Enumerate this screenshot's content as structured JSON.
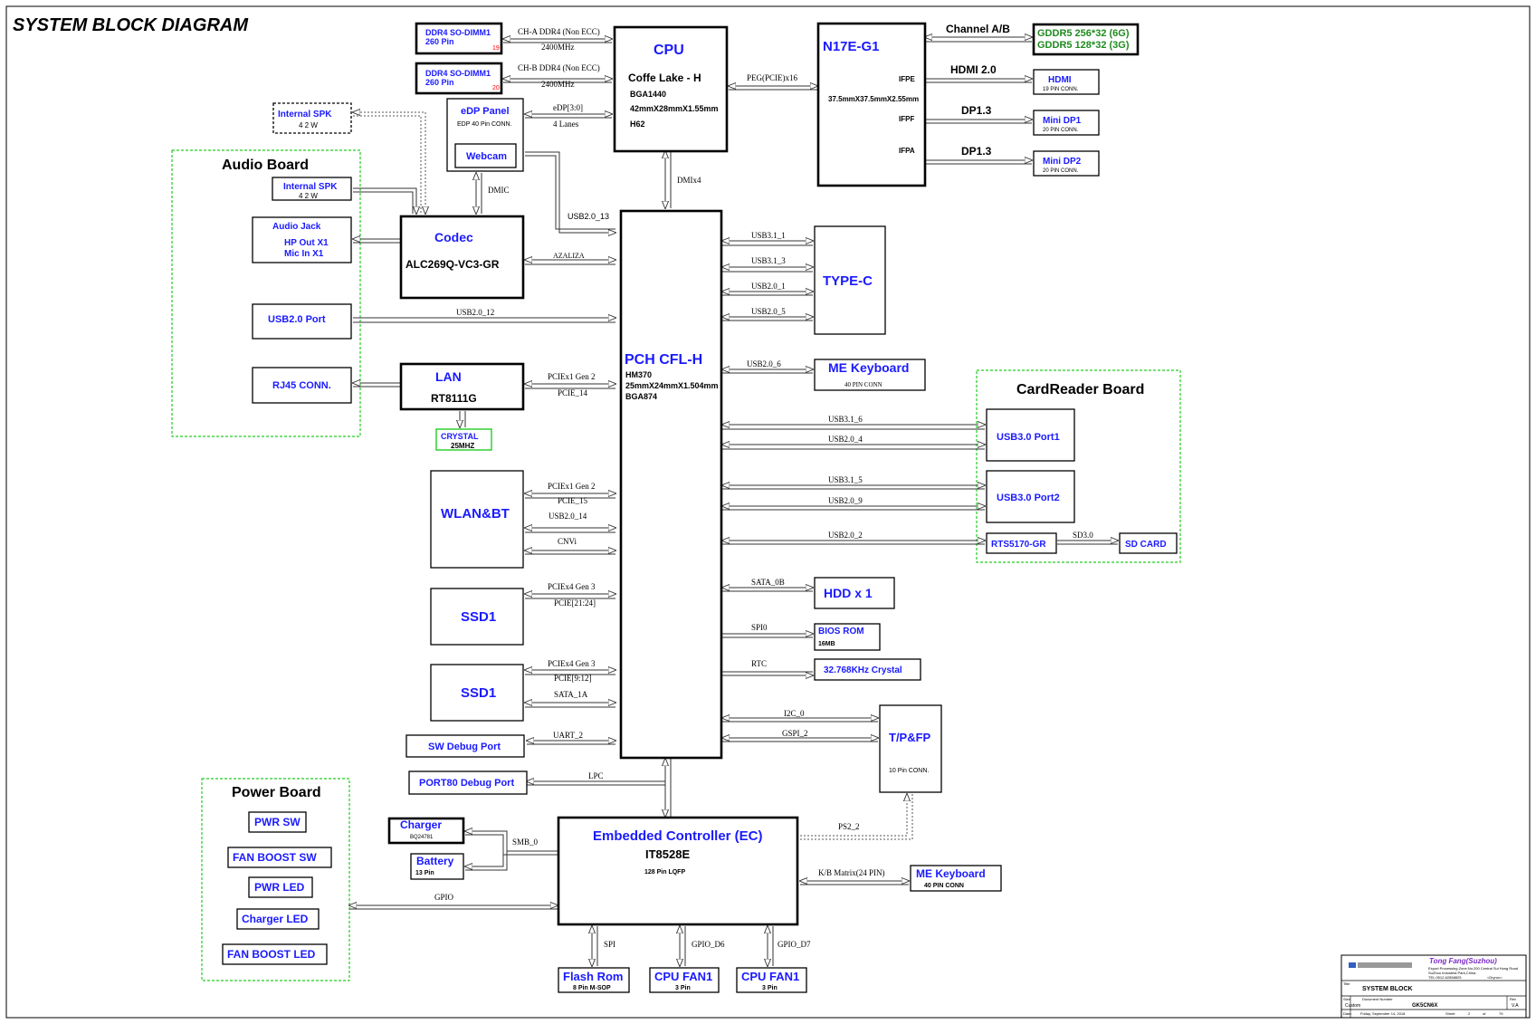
{
  "title": "SYSTEM BLOCK DIAGRAM",
  "groups": {
    "audio": "Audio Board",
    "cardreader": "CardReader Board",
    "power": "Power Board"
  },
  "blocks": {
    "dimm1": {
      "l1": "DDR4 SO-DIMM1",
      "l2": "260 Pin",
      "num": "19"
    },
    "dimm2": {
      "l1": "DDR4 SO-DIMM1",
      "l2": "260 Pin",
      "num": "20"
    },
    "cpu": {
      "name": "CPU",
      "l1": "Coffe Lake - H",
      "l2": "BGA1440",
      "l3": "42mmX28mmX1.55mm",
      "l4": "H62"
    },
    "gpu": {
      "name": "N17E-G1",
      "dim": "37.5mmX37.5mmX2.55mm",
      "ifpe": "IFPE",
      "ifpf": "IFPF",
      "ifpa": "IFPA"
    },
    "gddr": {
      "l1": "GDDR5 256*32 (6G)",
      "l2": "GDDR5 128*32 (3G)"
    },
    "hdmi": {
      "name": "HDMI",
      "sub": "19 PIN CONN."
    },
    "minidp1": {
      "name": "Mini DP1",
      "sub": "20 PIN CONN."
    },
    "minidp2": {
      "name": "Mini DP2",
      "sub": "20 PIN CONN."
    },
    "edp": {
      "name": "eDP Panel",
      "sub": "EDP 40 Pin CONN."
    },
    "webcam": "Webcam",
    "spk_int": {
      "name": "Internal SPK",
      "sub": "4 2 W"
    },
    "spk_audio": {
      "name": "Internal SPK",
      "sub": "4 2 W"
    },
    "audiojack": {
      "l1": "Audio Jack",
      "l2": "HP Out X1",
      "l3": "Mic In X1"
    },
    "codec": {
      "name": "Codec",
      "chip": "ALC269Q-VC3-GR"
    },
    "usb2port": "USB2.0 Port",
    "rj45": "RJ45 CONN.",
    "lan": {
      "name": "LAN",
      "chip": "RT8111G"
    },
    "crystal": {
      "l1": "CRYSTAL",
      "l2": "25MHZ"
    },
    "wlan": "WLAN&BT",
    "ssd1a": "SSD1",
    "ssd1b": "SSD1",
    "swdebug": "SW Debug Port",
    "port80": "PORT80 Debug Port",
    "pch": {
      "name": "PCH CFL-H",
      "l1": "HM370",
      "l2": "25mmX24mmX1.504mm",
      "l3": "BGA874"
    },
    "typec": "TYPE-C",
    "mekb_top": {
      "name": "ME Keyboard",
      "sub": "40 PIN CONN"
    },
    "usb30p1": "USB3.0 Port1",
    "usb30p2": "USB3.0 Port2",
    "rts": "RTS5170-GR",
    "sdcard": "SD CARD",
    "hdd": "HDD x 1",
    "bios": {
      "name": "BIOS ROM",
      "sub": "16MB"
    },
    "rtc_xtal": "32.768KHz Crystal",
    "tpfp": {
      "name": "T/P&FP",
      "sub": "10 Pin CONN."
    },
    "ec": {
      "name": "Embedded Controller (EC)",
      "chip": "IT8528E",
      "sub": "128 Pin LQFP"
    },
    "mekb_ec": {
      "name": "ME Keyboard",
      "sub": "40 PIN CONN"
    },
    "charger": {
      "name": "Charger",
      "sub": "BQ24781"
    },
    "battery": {
      "name": "Battery",
      "sub": "13 Pin"
    },
    "flash": {
      "name": "Flash Rom",
      "sub": "8 Pin M-SOP"
    },
    "fan1": {
      "name": "CPU FAN1",
      "sub": "3 Pin"
    },
    "fan2": {
      "name": "CPU FAN1",
      "sub": "3 Pin"
    },
    "pwrsw": "PWR SW",
    "fanboostsw": "FAN BOOST SW",
    "pwrled": "PWR LED",
    "chargerled": "Charger LED",
    "fanboostled": "FAN BOOST LED"
  },
  "buses": {
    "cha": "CH-A DDR4 (Non ECC)",
    "chb": "CH-B DDR4 (Non ECC)",
    "mhz": "2400MHz",
    "edp": "eDP[3:0]",
    "lanes": "4 Lanes",
    "peg": "PEG(PCIE)x16",
    "channel": "Channel A/B",
    "hdmi20": "HDMI 2.0",
    "dp13": "DP1.3",
    "dmix4": "DMIx4",
    "dmic": "DMIC",
    "usb2_13": "USB2.0_13",
    "azalia": "AZALIZA",
    "usb2_12": "USB2.0_12",
    "pciex1g2": "PCIEx1 Gen 2",
    "pcie14": "PCIE_14",
    "pcie15": "PCIE_15",
    "usb2_14": "USB2.0_14",
    "cnvi": "CNVi",
    "pciex4g3": "PCIEx4 Gen 3",
    "pcie2124": "PCIE[21:24]",
    "pcie912": "PCIE[9:12]",
    "sata1a": "SATA_1A",
    "uart2": "UART_2",
    "lpc": "LPC",
    "usb31_1": "USB3.1_1",
    "usb31_3": "USB3.1_3",
    "usb20_1": "USB2.0_1",
    "usb20_5": "USB2.0_5",
    "usb20_6": "USB2.0_6",
    "usb31_6": "USB3.1_6",
    "usb20_4": "USB2.0_4",
    "usb31_5": "USB3.1_5",
    "usb20_9": "USB2.0_9",
    "usb20_2": "USB2.0_2",
    "sd30": "SD3.0",
    "sata0b": "SATA_0B",
    "spi0": "SPI0",
    "rtc": "RTC",
    "i2c0": "I2C_0",
    "gspi2": "GSPI_2",
    "ps22": "PS2_2",
    "kbmatrix": "K/B Matrix(24 PIN)",
    "smb0": "SMB_0",
    "gpio": "GPIO",
    "spi": "SPI",
    "gpiod6": "GPIO_D6",
    "gpiod7": "GPIO_D7"
  },
  "titleblock": {
    "company": "Tong Fang(Suzhou)",
    "addr1": "Export Processing Zone,No.200 Central Sui Hong Road",
    "addr2": "SuZhou Industrial Park,China",
    "tel": "TEL:0512-62858825",
    "label_title": "Title",
    "doc_title": "SYSTEM BLOCK",
    "label_size": "Size",
    "size": "Custom",
    "label_docnum": "Document Number",
    "docnum": "GK5CN6X",
    "label_rev": "Rev",
    "rev": "V.A",
    "label_date": "Date:",
    "date": "Friday, September 14, 2018",
    "label_sheet": "Sheet",
    "sheet": "2",
    "of": "of",
    "total": "79",
    "owner": "<Dryrun>"
  },
  "colors": {
    "label_blue": "#1a1aff",
    "group_green": "#22cc22",
    "gddr_green": "#1f8a1f",
    "pin_red": "#ff0000"
  }
}
